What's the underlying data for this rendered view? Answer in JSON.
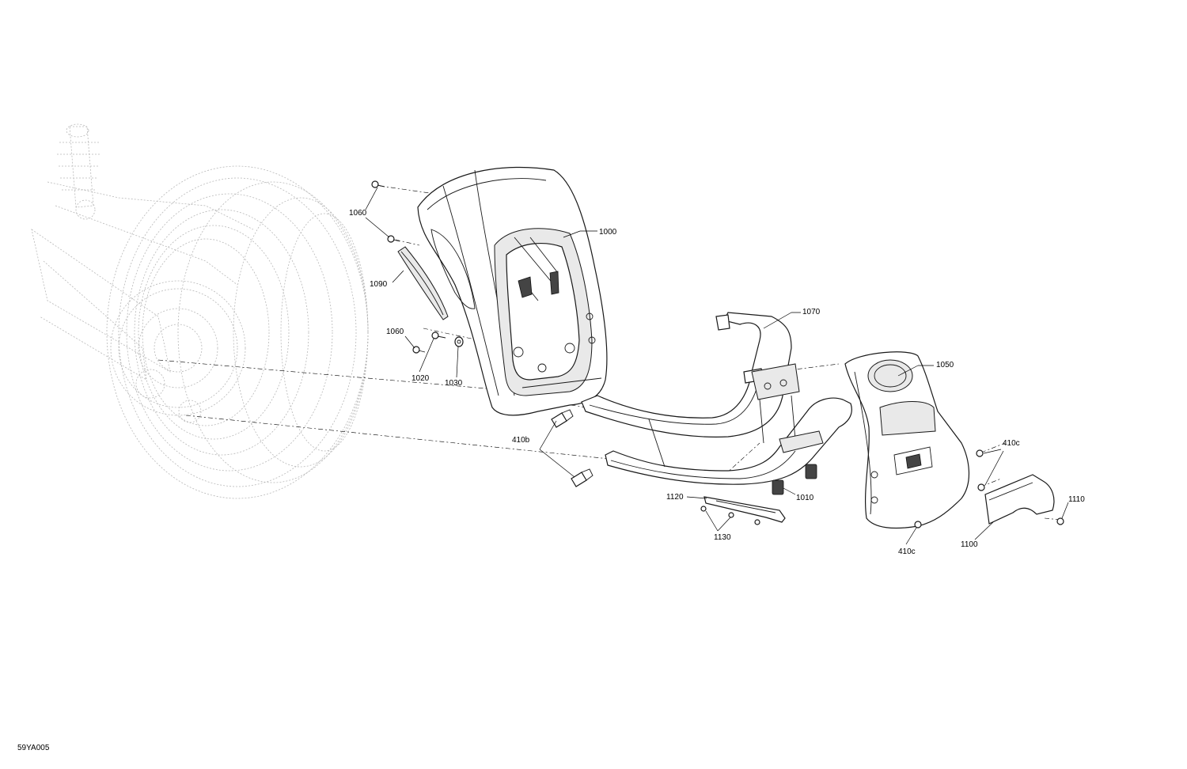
{
  "diagram": {
    "code": "59YA005",
    "callouts": {
      "c1000": "1000",
      "c1010": "1010",
      "c1020": "1020",
      "c1030": "1030",
      "c1050": "1050",
      "c1060_top": "1060",
      "c1060_mid": "1060",
      "c1070": "1070",
      "c1090": "1090",
      "c1100": "1100",
      "c1110": "1110",
      "c1120": "1120",
      "c1130": "1130",
      "c410b": "410b",
      "c410c_top": "410c",
      "c410c_bottom": "410c"
    }
  }
}
